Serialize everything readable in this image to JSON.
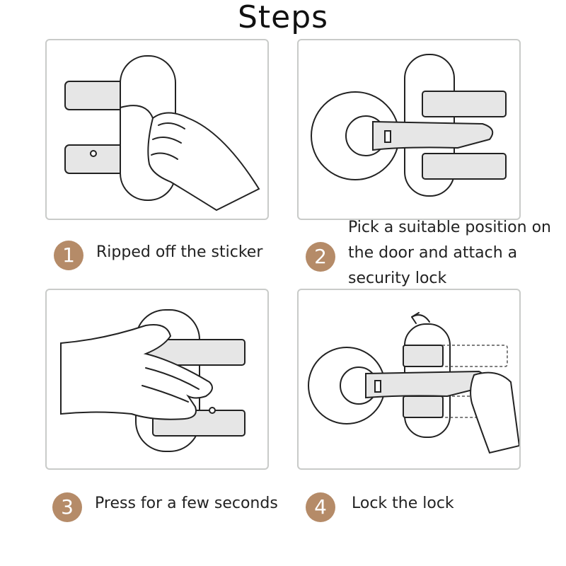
{
  "title": "Steps",
  "steps": [
    {
      "number": "1",
      "caption": "Ripped off the sticker"
    },
    {
      "number": "2",
      "caption": "Pick a suitable position on the door and attach a security lock"
    },
    {
      "number": "3",
      "caption": "Press for a few seconds"
    },
    {
      "number": "4",
      "caption": "Lock the lock"
    }
  ],
  "colors": {
    "badge": "#b58b68",
    "panel_border": "#c9cbc9"
  }
}
